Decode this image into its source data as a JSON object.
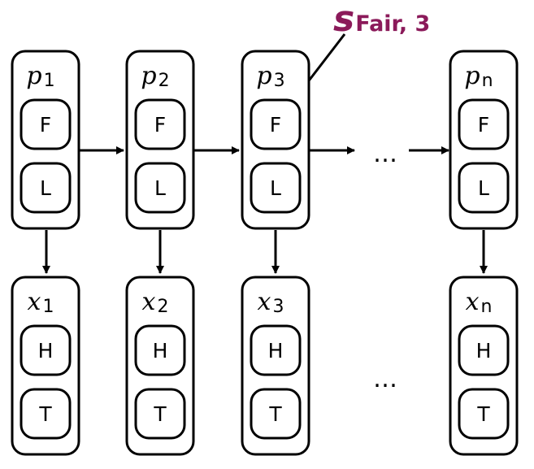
{
  "annotation": {
    "symbol": "s",
    "subscript": "Fair, 3",
    "color": "#8b1a5a"
  },
  "state_nodes": [
    {
      "symbol": "p",
      "index": "1",
      "states": [
        "F",
        "L"
      ]
    },
    {
      "symbol": "p",
      "index": "2",
      "states": [
        "F",
        "L"
      ]
    },
    {
      "symbol": "p",
      "index": "3",
      "states": [
        "F",
        "L"
      ]
    },
    {
      "symbol": "p",
      "index": "n",
      "states": [
        "F",
        "L"
      ]
    }
  ],
  "observation_nodes": [
    {
      "symbol": "x",
      "index": "1",
      "states": [
        "H",
        "T"
      ]
    },
    {
      "symbol": "x",
      "index": "2",
      "states": [
        "H",
        "T"
      ]
    },
    {
      "symbol": "x",
      "index": "3",
      "states": [
        "H",
        "T"
      ]
    },
    {
      "symbol": "x",
      "index": "n",
      "states": [
        "H",
        "T"
      ]
    }
  ],
  "ellipsis": "…"
}
